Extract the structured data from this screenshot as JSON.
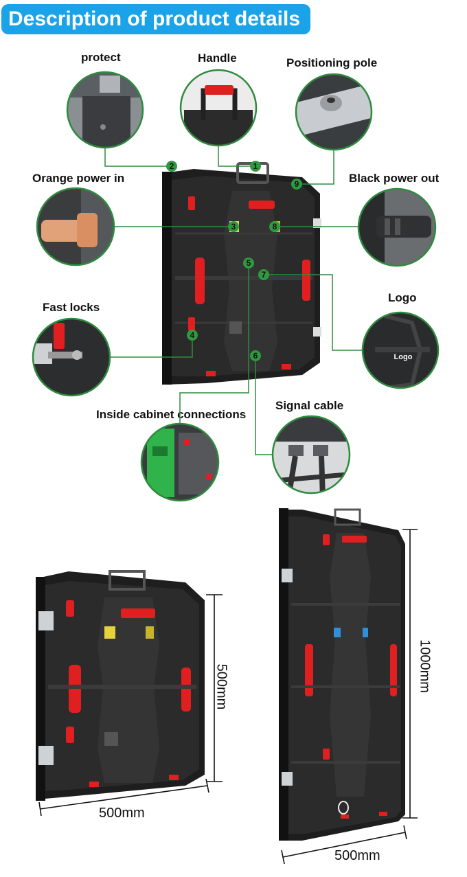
{
  "header": {
    "title": "Description of product details"
  },
  "callouts": {
    "protect": "protect",
    "handle": "Handle",
    "positioning_pole": "Positioning pole",
    "orange_power_in": "Orange power in",
    "black_power_out": "Black power out",
    "fast_locks": "Fast locks",
    "logo": "Logo",
    "inside_cabinet": "Inside cabinet connections",
    "signal_cable": "Signal cable"
  },
  "markers": [
    "1",
    "2",
    "3",
    "4",
    "5",
    "6",
    "7",
    "8",
    "9"
  ],
  "logo_badge": "Logo",
  "dimensions": {
    "small_height": "500mm",
    "small_width": "500mm",
    "large_height": "1000mm",
    "large_width": "500mm"
  },
  "colors": {
    "banner": "#1aa3e8",
    "leader": "#2e8b3e",
    "marker": "#2e9a40",
    "accent_red": "#e02020"
  }
}
